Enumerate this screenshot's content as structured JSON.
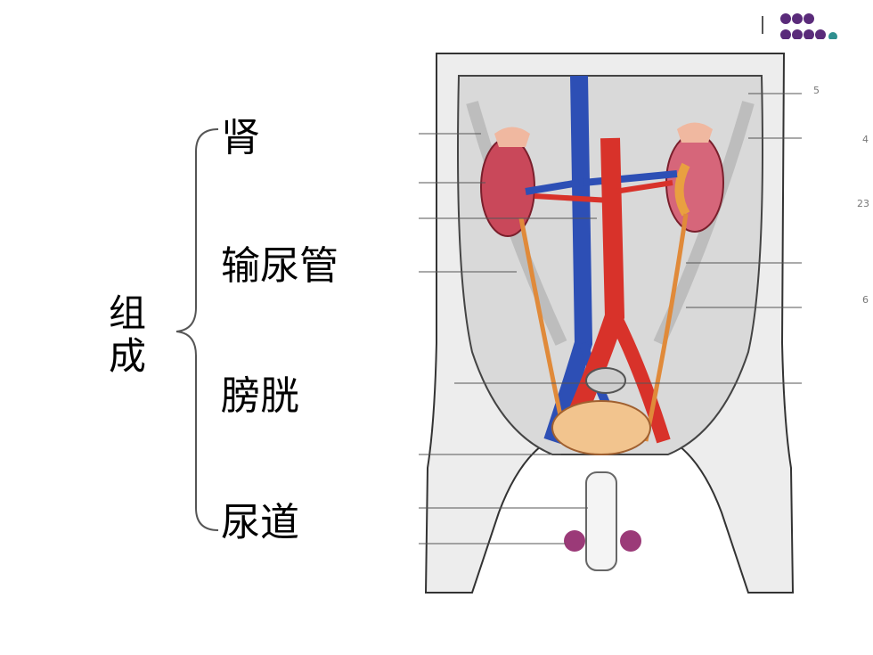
{
  "slide": {
    "group_label": [
      "组",
      "成"
    ],
    "items": [
      {
        "label": "肾"
      },
      {
        "label": "输尿管"
      },
      {
        "label": "膀胱"
      },
      {
        "label": "尿道"
      }
    ]
  },
  "figure": {
    "side_numbers": [
      "5",
      "4",
      "23",
      "6"
    ]
  },
  "colors": {
    "deco_purple": "#5a2b7a",
    "deco_teal": "#2f8f8f",
    "artery_red": "#d8322a",
    "vein_blue": "#2d4fb5",
    "kidney": "#c9485a"
  }
}
